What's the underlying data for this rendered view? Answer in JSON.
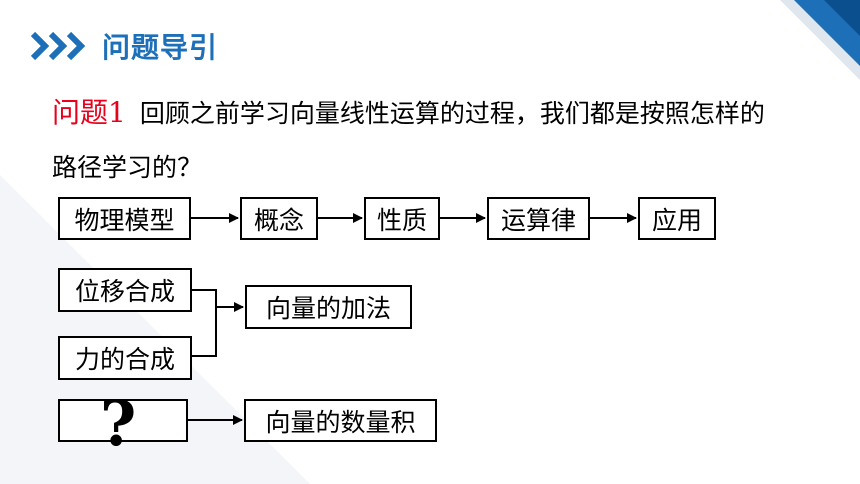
{
  "header": {
    "title": "问题导引"
  },
  "question": {
    "label": "问题1",
    "text": "回顾之前学习向量线性运算的过程，我们都是按照怎样的路径学习的？"
  },
  "flow": {
    "steps": [
      "物理模型",
      "概念",
      "性质",
      "运算律",
      "应用"
    ]
  },
  "addition": {
    "sources": [
      "位移合成",
      "力的合成"
    ],
    "result": "向量的加法"
  },
  "dot_product": {
    "source": "?",
    "result": "向量的数量积"
  },
  "colors": {
    "accent": "#1d6fb8",
    "label": "#e8001c"
  }
}
